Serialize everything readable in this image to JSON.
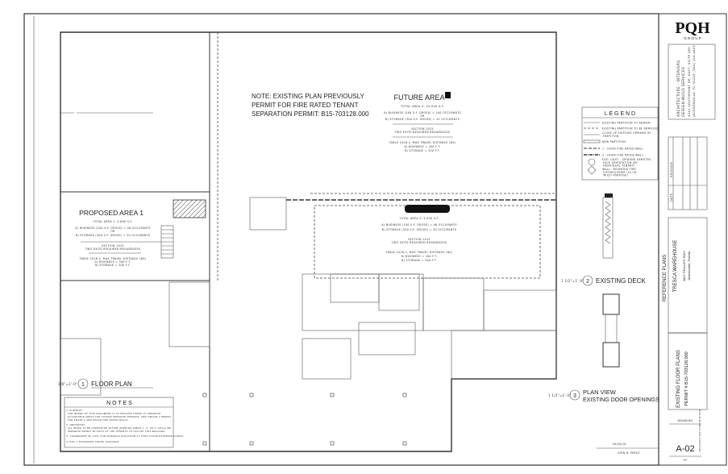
{
  "note": {
    "line1": "NOTE:  EXISTING PLAN PREVIOUSLY",
    "line2": "PERMIT FOR FIRE RATED  TENANT",
    "line3": "SEPARATION PERMIT:  B15-703128.000"
  },
  "future_area": {
    "title": "FUTURE AREA",
    "total": "TOTAL AREA 2: 10,000 S.F.",
    "business": "A) BUSINESS (100 S.F. GROSS) = 100 OCCUPANTS",
    "or": "OR",
    "storage": "B) STORAGE (300 S.F. GROSS) = 41 OCCUPANTS",
    "section": "SECTION 1015",
    "exits": "TWO EXITS REQUIRED REGARDLESS",
    "table": "TABLE 1016.2, MAX TRAVEL DISTANCE (NS)",
    "t_business": "A) BUSINESS = 200 F.T.",
    "t_storage": "B) STORAGE = 200 F.T."
  },
  "proposed_area": {
    "title": "PROPOSED AREA 1",
    "total": "TOTAL AREA 1: 4,800 S.F.",
    "business": "A) BUSINESS (100 S.F. GROSS) = 48 OCCUPANTS",
    "or": "OR",
    "storage": "B) STORAGE (300 S.F. GROSS) = 20 OCCUPANTS",
    "section": "SECTION 1015",
    "exits": "TWO EXITS REQUIRED REGARDLESS",
    "table": "TABLE 1016.2, MAX TRAVEL DISTANCE (NS)",
    "t_business": "A) BUSINESS = 200 F.T.",
    "t_storage": "B) STORAGE = 200 F.T."
  },
  "area3": {
    "total": "TOTAL AREA 3: 4,550 S.F.",
    "business": "A) BUSINESS (100 S.F. GROSS) = 46 OCCUPANTS",
    "storage": "B) STORAGE (300 S.F. GROSS) = 20 OCCUPANTS",
    "section": "SECTION 1015",
    "exits": "TWO EXITS REQUIRED REGARDLESS",
    "table": "TABLE 1016.2, MAX TRAVEL DISTANCE (NS)",
    "t_business": "A) BUSINESS = 200 F.T.",
    "t_storage": "B) STORAGE = 200 F.T."
  },
  "views": {
    "floor_plan": {
      "num": "1",
      "label": "FLOOR PLAN",
      "scale": "1/8\"=1'-0\""
    },
    "existing_deck": {
      "num": "2",
      "label": "EXISTING DECK",
      "scale": "1 1/2\"=1'-0\""
    },
    "door_openings": {
      "num": "3",
      "label1": "PLAN VIEW",
      "label2": "EXISTING DOOR OPENINGS",
      "scale": "1 1/2\"=1'-0\""
    }
  },
  "notes": {
    "title": "N O T E S",
    "items": [
      "1. PURPOSE:",
      "THE INTENT OF THIS DOCUMENT IS TO PROVIDE THREE (3) SEPARATE",
      "OCCUPIABLE AREAS FOR FUTURE SEPARATE TENANTS, AND OBTAIN A PERMIT",
      "FOR PHASE 1 AND PHASE FIRE RATED WALLS.",
      "2. IMPORTANT:",
      "ALL WORK TO BE COMPLETED WITHIN INTERIOR AREAS 1, 2, OR 3, SHALL BE",
      "SEPARATE PERMIT BY EACH OF THE TENANTS TO OCCUPY THIS BUILDING.",
      "3. COORDINATE W/ CIVIL FOR SIDEWALK ELEVATION AT FIRST FLOOR EXTERIOR DOORS.",
      "4. ETD = ESTIMATED TRAVEL DISTANCE"
    ]
  },
  "legend": {
    "title": "L E G E N D",
    "items": [
      "EXISTING PARTITION TO REMAIN",
      "EXISTING PARTITION TO BE REMOVED",
      "CLOSE UP EXISTING OPENING IN PARTITION",
      "NEW PARTITION",
      "1 - HOUR FIRE RATED WALL",
      "2 - HOUR FIRE RATED WALL",
      "EXIT LIGHT - SHADING DENOTES FACE ORIENTATION (BY INDIVIDUAL TENANT)",
      "WALL - MOUNTED FIRE EXTINGUISHER (10 LB MULTI-PURPOSE)"
    ]
  },
  "title_block": {
    "logo": "PQH",
    "logo_sub": "G R O U P",
    "firm_line1": "ARCHITECTURE · INTERIORS",
    "firm_line2": "DESIGN·BUILD  SERVICES",
    "address1": "4141 SOUTHPOINT DR. EAST, SUITE 380",
    "address2": "JACKSONVILLE, FL 32216  (904) 224-4401",
    "revision_label": "REVISION",
    "date_label": "DATE",
    "sheet_group": "REFERENCE PLANS",
    "project": "TRESCA WAREHOUSE",
    "project_addr1": "4827 PHILLIPS HWY",
    "project_addr2": "Jacksonville, Florida",
    "sheet_title": "EXISTING FLOOR PLANS",
    "permit": "PERMIT # B15-703128.000",
    "drawing_label": "DRAWING",
    "drawing_no": "A-02",
    "of": "OF",
    "stamp": "RELEASED FOR CONSTRUCTION"
  },
  "footer": {
    "date": "06/26/18",
    "drawn_by": "JOHN B. PEREZ"
  }
}
